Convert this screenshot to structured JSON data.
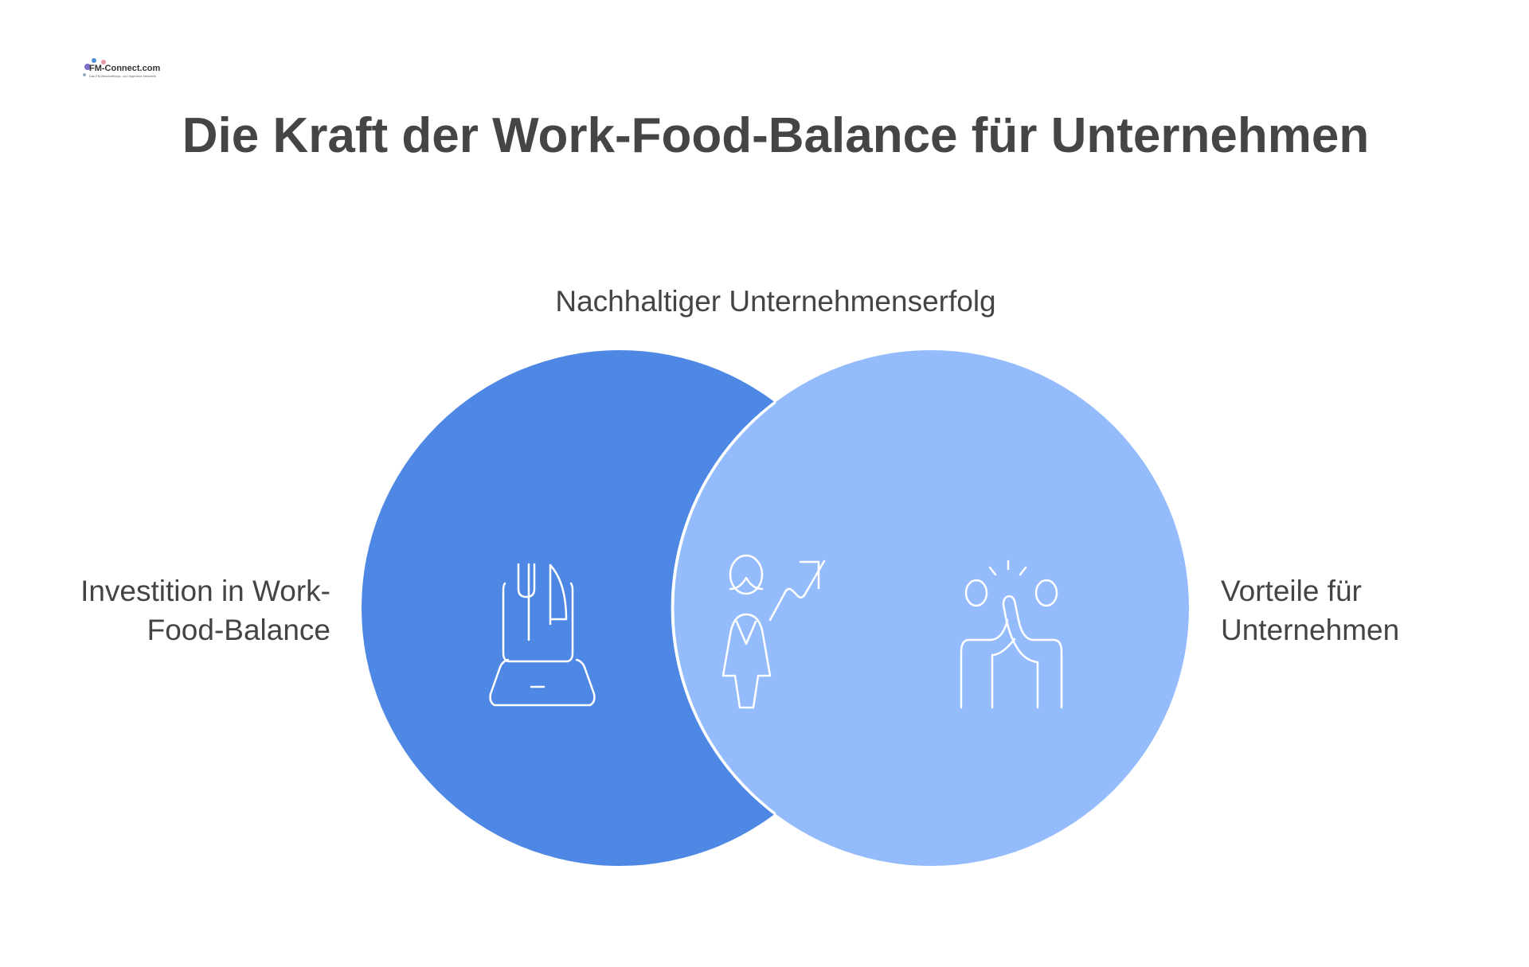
{
  "logo": {
    "text": "FM-Connect.com",
    "subtext": "Das FM-Beschaffungs- und Ingenieur-Netzwerk"
  },
  "title": "Die Kraft der Work-Food-Balance für Unternehmen",
  "diagram": {
    "intersection_label": "Nachhaltiger Unternehmenserfolg",
    "left_label_line1": "Investition in Work-",
    "left_label_line2": "Food-Balance",
    "right_label_line1": "Vorteile für",
    "right_label_line2": "Unternehmen",
    "left_icon": "laptop-cutlery-icon",
    "center_icon": "person-growth-icon",
    "right_icon": "high-five-icon",
    "colors": {
      "left": "#4e88e4",
      "right": "#94bbfc",
      "stroke": "#ffffff"
    }
  }
}
